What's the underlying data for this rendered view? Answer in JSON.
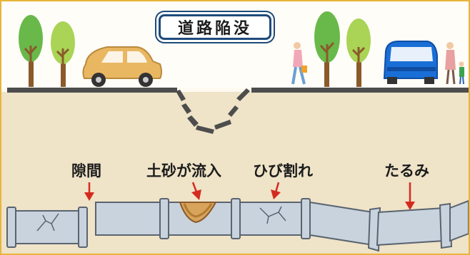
{
  "title": "道路陥没",
  "labels": {
    "gap": "隙間",
    "soil_inflow": "土砂が流入",
    "crack": "ひび割れ",
    "sag": "たるみ"
  },
  "colors": {
    "frame": "#e8b53a",
    "soil": "#efe3c8",
    "road": "#4d4d4d",
    "pipe": "#c9d3de",
    "pipe_outline": "#5a6470",
    "arrow": "#d42b1e",
    "title_border": "#1e4a7a",
    "car_left": "#e9b762",
    "car_right": "#1a6fd6",
    "tree_dark": "#69b94a",
    "tree_light": "#a9d455"
  },
  "icons": [
    "tree-icon",
    "car-icon",
    "pedestrian-icon",
    "road-crack-icon",
    "pipe-icon",
    "down-arrow-icon"
  ]
}
